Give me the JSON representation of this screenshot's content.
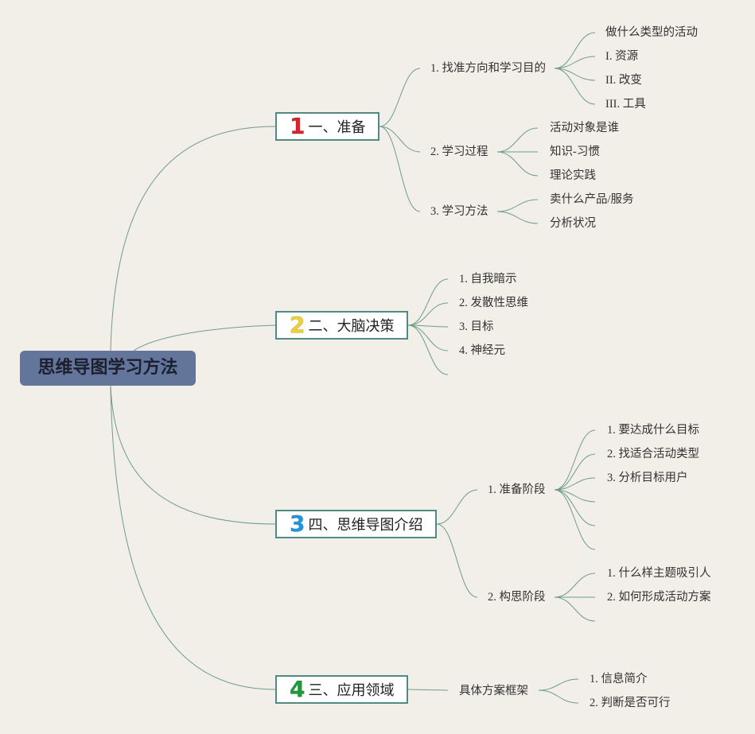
{
  "central": {
    "title": "思维导图学习方法"
  },
  "branches": [
    {
      "num": "1",
      "label": "一、准备",
      "color": "#d8232a",
      "subs": [
        {
          "label": "1. 找准方向和学习目的",
          "leaves": [
            "做什么类型的活动",
            "I. 资源",
            "II. 改变",
            "III. 工具"
          ]
        },
        {
          "label": "2. 学习过程",
          "leaves": [
            "活动对象是谁",
            "知识-习惯",
            "理论实践"
          ]
        },
        {
          "label": "3. 学习方法",
          "leaves": [
            "卖什么产品/服务",
            "分析状况"
          ]
        }
      ]
    },
    {
      "num": "2",
      "label": "二、大脑决策",
      "color": "#f2d22e",
      "leaves": [
        "1. 自我暗示",
        "2. 发散性思维",
        "3. 目标",
        "4. 神经元",
        ""
      ]
    },
    {
      "num": "3",
      "label": "四、思维导图介绍",
      "color": "#1e97e0",
      "subs": [
        {
          "label": "1. 准备阶段",
          "leaves": [
            "1. 要达成什么目标",
            "2. 找适合活动类型",
            "3. 分析目标用户",
            "",
            "",
            ""
          ]
        },
        {
          "label": "2. 构思阶段",
          "leaves": [
            "1. 什么样主题吸引人",
            "2. 如何形成活动方案",
            ""
          ]
        }
      ]
    },
    {
      "num": "4",
      "label": "三、应用领域",
      "color": "#1f9a3a",
      "subs": [
        {
          "label": "具体方案框架",
          "leaves": [
            "1. 信息简介",
            "2. 判断是否可行"
          ]
        }
      ]
    }
  ],
  "colors": {
    "line": "#6e9e88",
    "background": "#f2eee8",
    "central_fill": "#63759b",
    "branch_border": "#4f8a86"
  }
}
